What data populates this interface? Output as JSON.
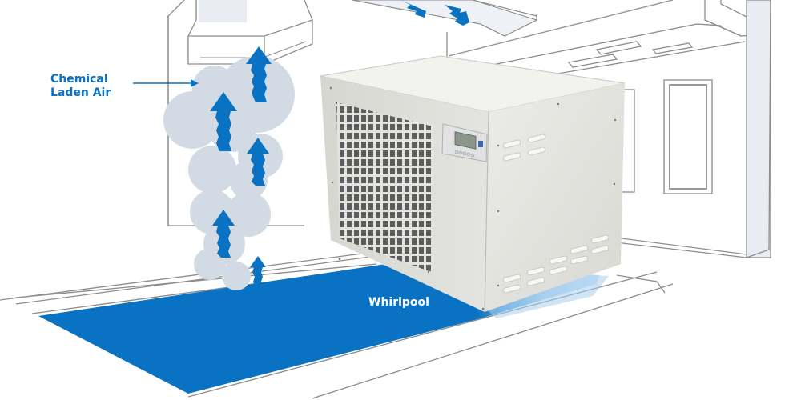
{
  "labels": {
    "chemical_laden_air_line1": "Chemical",
    "chemical_laden_air_line2": "Laden Air",
    "pool": "Whirlpool"
  },
  "colors": {
    "accent_blue": "#0a72c2",
    "vapor_gray": "#d2dbe4",
    "line_gray": "#8c8c8c",
    "unit_body": "#e6e6e2",
    "unit_shade": "#cfcfca",
    "pool_light": "#a8d0ee"
  },
  "unit": {
    "display_buttons": 5
  }
}
